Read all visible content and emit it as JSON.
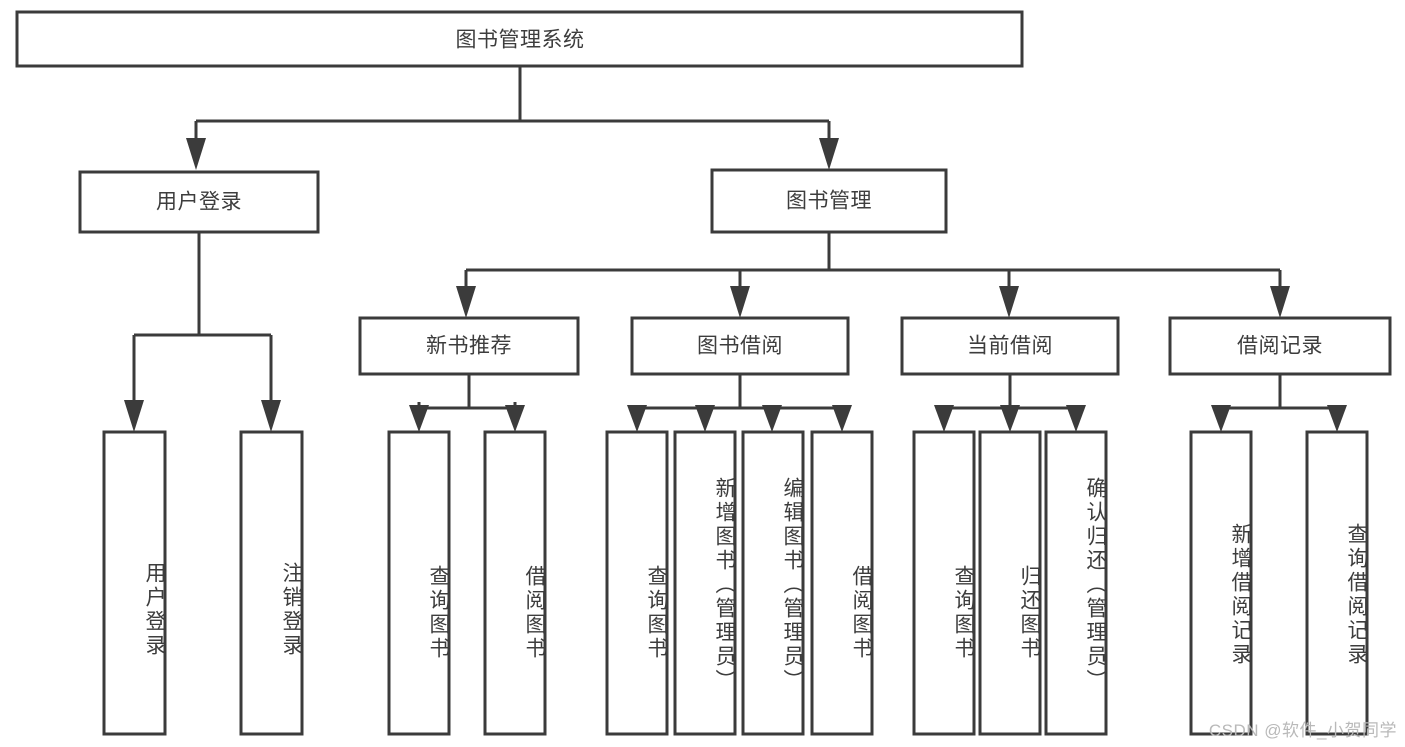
{
  "diagram": {
    "type": "tree",
    "title": "图书管理系统",
    "orientation": "top-down",
    "style": {
      "box_fill": "#ffffff",
      "box_stroke": "#3b3b3b",
      "text_color": "#3d3d3d",
      "background": "#ffffff",
      "watermark_color": "#b9b9b9"
    },
    "levels": {
      "root": {
        "label": "图书管理系统"
      },
      "level1": [
        {
          "label": "用户登录"
        },
        {
          "label": "图书管理"
        }
      ],
      "level2": [
        {
          "label": "新书推荐"
        },
        {
          "label": "图书借阅"
        },
        {
          "label": "当前借阅"
        },
        {
          "label": "借阅记录"
        }
      ],
      "leaves": {
        "user_login": [
          {
            "label": "用户登录"
          },
          {
            "label": "注销登录"
          }
        ],
        "new_book_recommend": [
          {
            "label": "查询图书"
          },
          {
            "label": "借阅图书"
          }
        ],
        "book_borrow": [
          {
            "label": "查询图书"
          },
          {
            "label": "新增图书（管理员）"
          },
          {
            "label": "编辑图书（管理员）"
          },
          {
            "label": "借阅图书"
          }
        ],
        "current_borrow": [
          {
            "label": "查询图书"
          },
          {
            "label": "归还图书"
          },
          {
            "label": "确认归还（管理员）"
          }
        ],
        "borrow_record": [
          {
            "label": "新增借阅记录"
          },
          {
            "label": "查询借阅记录"
          }
        ]
      }
    }
  },
  "watermark": {
    "text": "CSDN @软件_小贺同学"
  }
}
